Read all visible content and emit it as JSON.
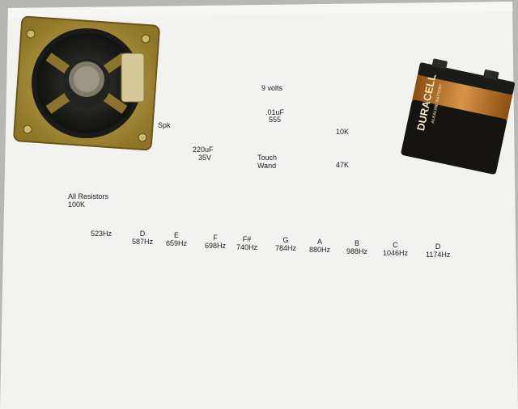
{
  "labels": {
    "speaker": "Spk",
    "cap_small": ".01uF",
    "chip": "555",
    "supply": "9 volts",
    "r10k": "10K",
    "r47k": "47K",
    "cap_big_value": "220uF",
    "cap_big_voltage": "35V",
    "touch_1": "Touch",
    "touch_2": "Wand",
    "all_res_1": "All Resistors",
    "all_res_2": "100K"
  },
  "battery": {
    "brand": "DURACELL",
    "subtitle": "ALKALINE BATTERY"
  },
  "notes": [
    {
      "name": "",
      "freq": "523Hz"
    },
    {
      "name": "D",
      "freq": "587Hz"
    },
    {
      "name": "E",
      "freq": "659Hz"
    },
    {
      "name": "F",
      "freq": "698Hz"
    },
    {
      "name": "F#",
      "freq": "740Hz"
    },
    {
      "name": "G",
      "freq": "784Hz"
    },
    {
      "name": "A",
      "freq": "880Hz"
    },
    {
      "name": "B",
      "freq": "988Hz"
    },
    {
      "name": "C",
      "freq": "1046Hz"
    },
    {
      "name": "D",
      "freq": "1174Hz"
    }
  ],
  "colors": {
    "board": "#f2f2f0",
    "wire": "#8fa6e0",
    "resistor": "#2f5aa8",
    "probe": "#b8141a",
    "battery_copper": "#c07a2a",
    "battery_black": "#161410"
  }
}
